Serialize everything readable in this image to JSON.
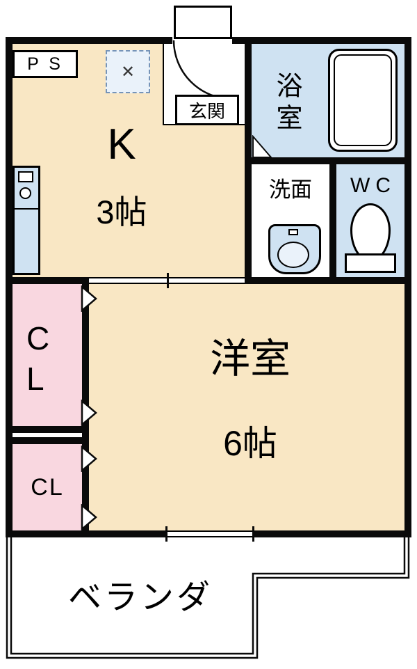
{
  "plan": {
    "ps_label": "P S",
    "genkan_label": "玄関",
    "kitchen_name": "K",
    "kitchen_size": "3帖",
    "bath_label": "浴室",
    "washroom_label": "洗面",
    "wc_label": "WC",
    "western_name": "洋室",
    "western_size": "6帖",
    "closet_upper_line1": "C",
    "closet_upper_line2": "L",
    "closet_lower_label": "CL",
    "veranda_label": "ベランダ",
    "vent_mark": "✕"
  },
  "colors": {
    "room_cream": "#f9e7c4",
    "fixture_blue": "#cfe2f2",
    "closet_pink": "#f9d7e0",
    "wall": "#0a0a0a"
  }
}
